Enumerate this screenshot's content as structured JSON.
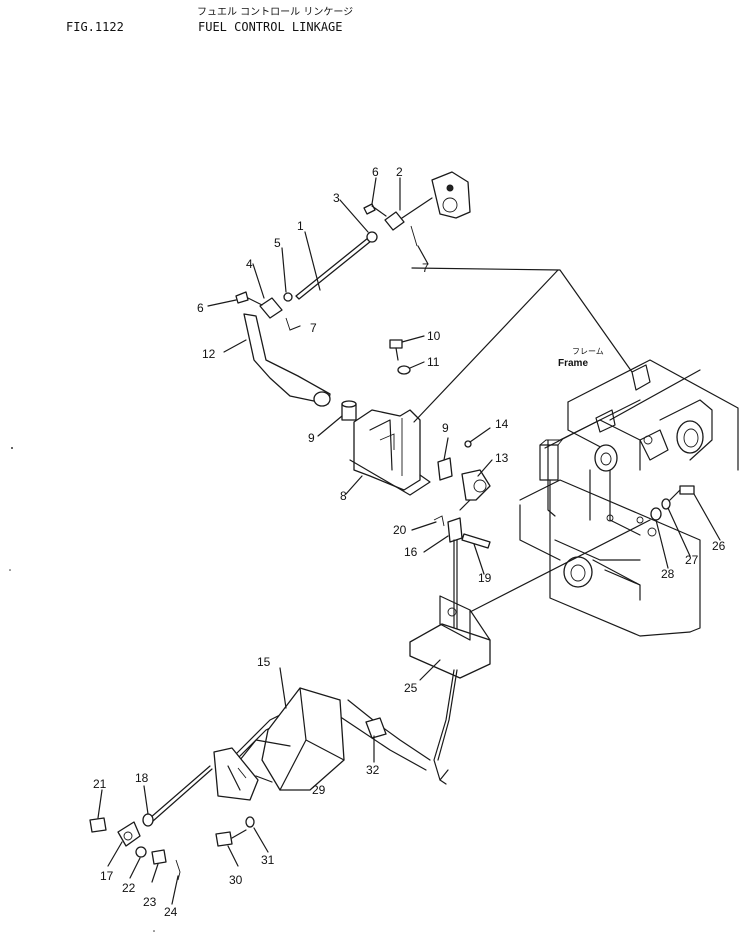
{
  "header": {
    "fig_code": "FIG.1122",
    "title_jp": "フュエル コントロール リンケージ",
    "title_en": "FUEL CONTROL LINKAGE"
  },
  "frame_label": {
    "jp": "フレーム",
    "en": "Frame"
  },
  "callouts": [
    "1",
    "2",
    "3",
    "4",
    "5",
    "6",
    "6",
    "7",
    "7",
    "8",
    "9",
    "9",
    "10",
    "11",
    "12",
    "13",
    "14",
    "15",
    "16",
    "17",
    "18",
    "19",
    "20",
    "21",
    "22",
    "23",
    "24",
    "25",
    "26",
    "27",
    "28",
    "29",
    "30",
    "31",
    "32"
  ]
}
